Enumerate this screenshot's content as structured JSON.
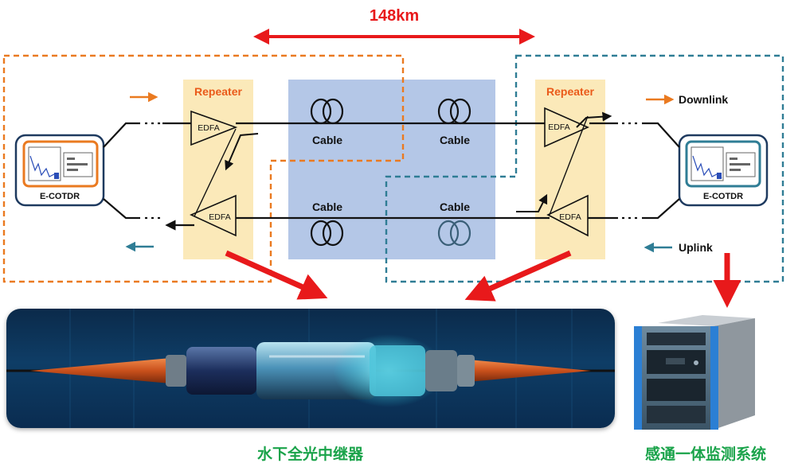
{
  "distance": "148km",
  "left_repeater": {
    "title": "Repeater",
    "amp_top": "EDFA",
    "amp_bottom": "EDFA"
  },
  "right_repeater": {
    "title": "Repeater",
    "amp_top": "EDFA",
    "amp_bottom": "EDFA"
  },
  "cables": {
    "top_left": "Cable",
    "top_right": "Cable",
    "bottom_left": "Cable",
    "bottom_right": "Cable"
  },
  "left_otdr": {
    "label": "E-COTDR"
  },
  "right_otdr": {
    "label": "E-COTDR"
  },
  "legend": {
    "downlink": "Downlink",
    "uplink": "Uplink"
  },
  "captions": {
    "repeater_photo": "水下全光中继器",
    "monitor_system": "感通一体监测系统"
  },
  "colors": {
    "orange": "#ea7a20",
    "teal": "#2f7d95",
    "red": "#e8191b",
    "green": "#1aa34a",
    "cable_band": "#b4c7e7",
    "repeater_band": "#fbe9b9"
  }
}
